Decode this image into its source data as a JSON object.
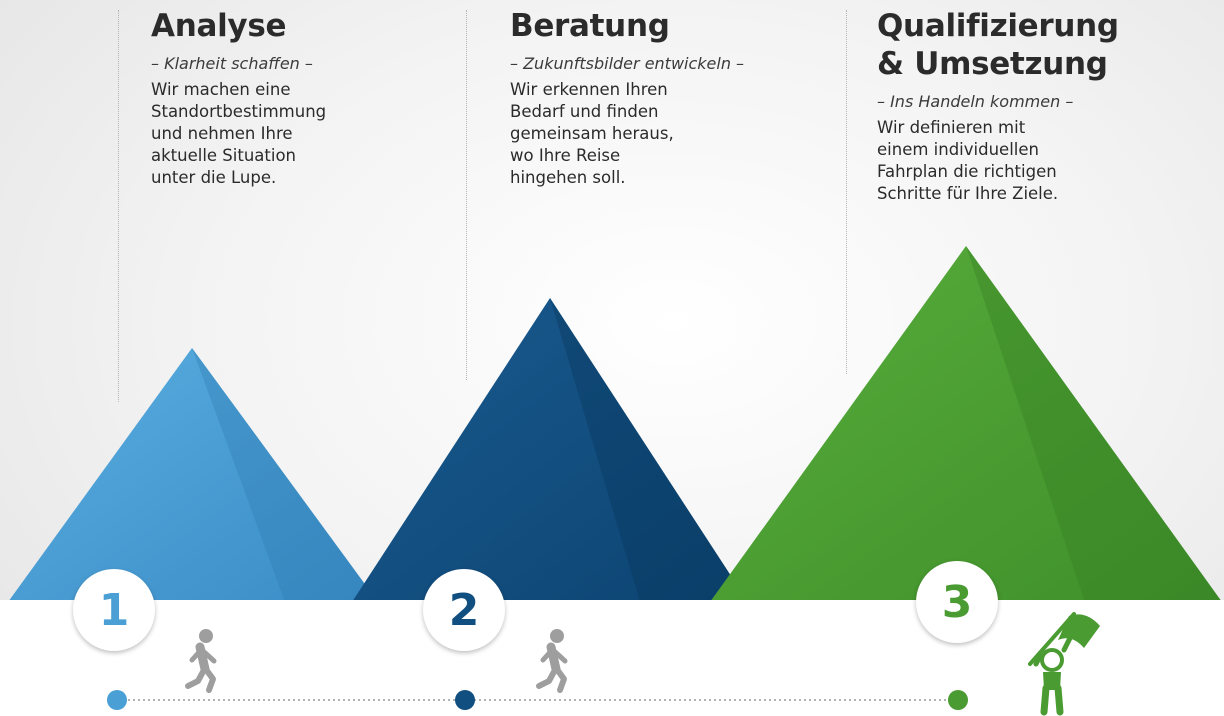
{
  "steps": [
    {
      "number": "1",
      "title": "Analyse",
      "subtitle": "– Klarheit schaffen –",
      "text": "Wir machen eine\nStandortbestimmung\nund nehmen Ihre\naktuelle Situation\nunter die Lupe.",
      "color": "#4a9fd4"
    },
    {
      "number": "2",
      "title": "Beratung",
      "subtitle": "– Zukunftsbilder entwickeln –",
      "text": "Wir erkennen Ihren\nBedarf und finden\ngemeinsam heraus,\nwo Ihre Reise\nhingehen soll.",
      "color": "#114f80"
    },
    {
      "number": "3",
      "title": "Qualifizierung\n& Umsetzung",
      "subtitle": "– Ins Handeln kommen –",
      "text": "Wir definieren mit\neinem individuellen\nFahrplan die richtigen\nSchritte für Ihre Ziele.",
      "color": "#4a9b32"
    }
  ],
  "icons": [
    "walking-person-icon",
    "walking-person-icon",
    "person-with-flag-icon"
  ]
}
